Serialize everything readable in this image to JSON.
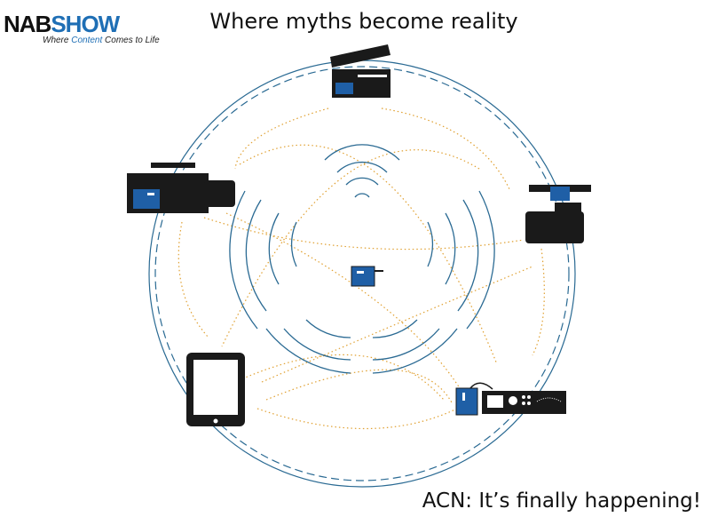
{
  "logo": {
    "part1": "NAB",
    "part2": "SHOW",
    "tagline_a": "Where ",
    "tagline_hl": "Content",
    "tagline_b": " Comes to Life"
  },
  "title": "Where myths become reality",
  "footer": "ACN: It’s finally happening!",
  "colors": {
    "ring": "#2a6a93",
    "device_blue": "#1f5fa6",
    "link": "#e0a030",
    "dark": "#1a1a1a"
  },
  "devices": [
    "clapperboard-icon",
    "broadcast-camera-icon",
    "handheld-camcorder-icon",
    "tablet-icon",
    "audio-recorder-icon",
    "central-transmitter-icon"
  ]
}
